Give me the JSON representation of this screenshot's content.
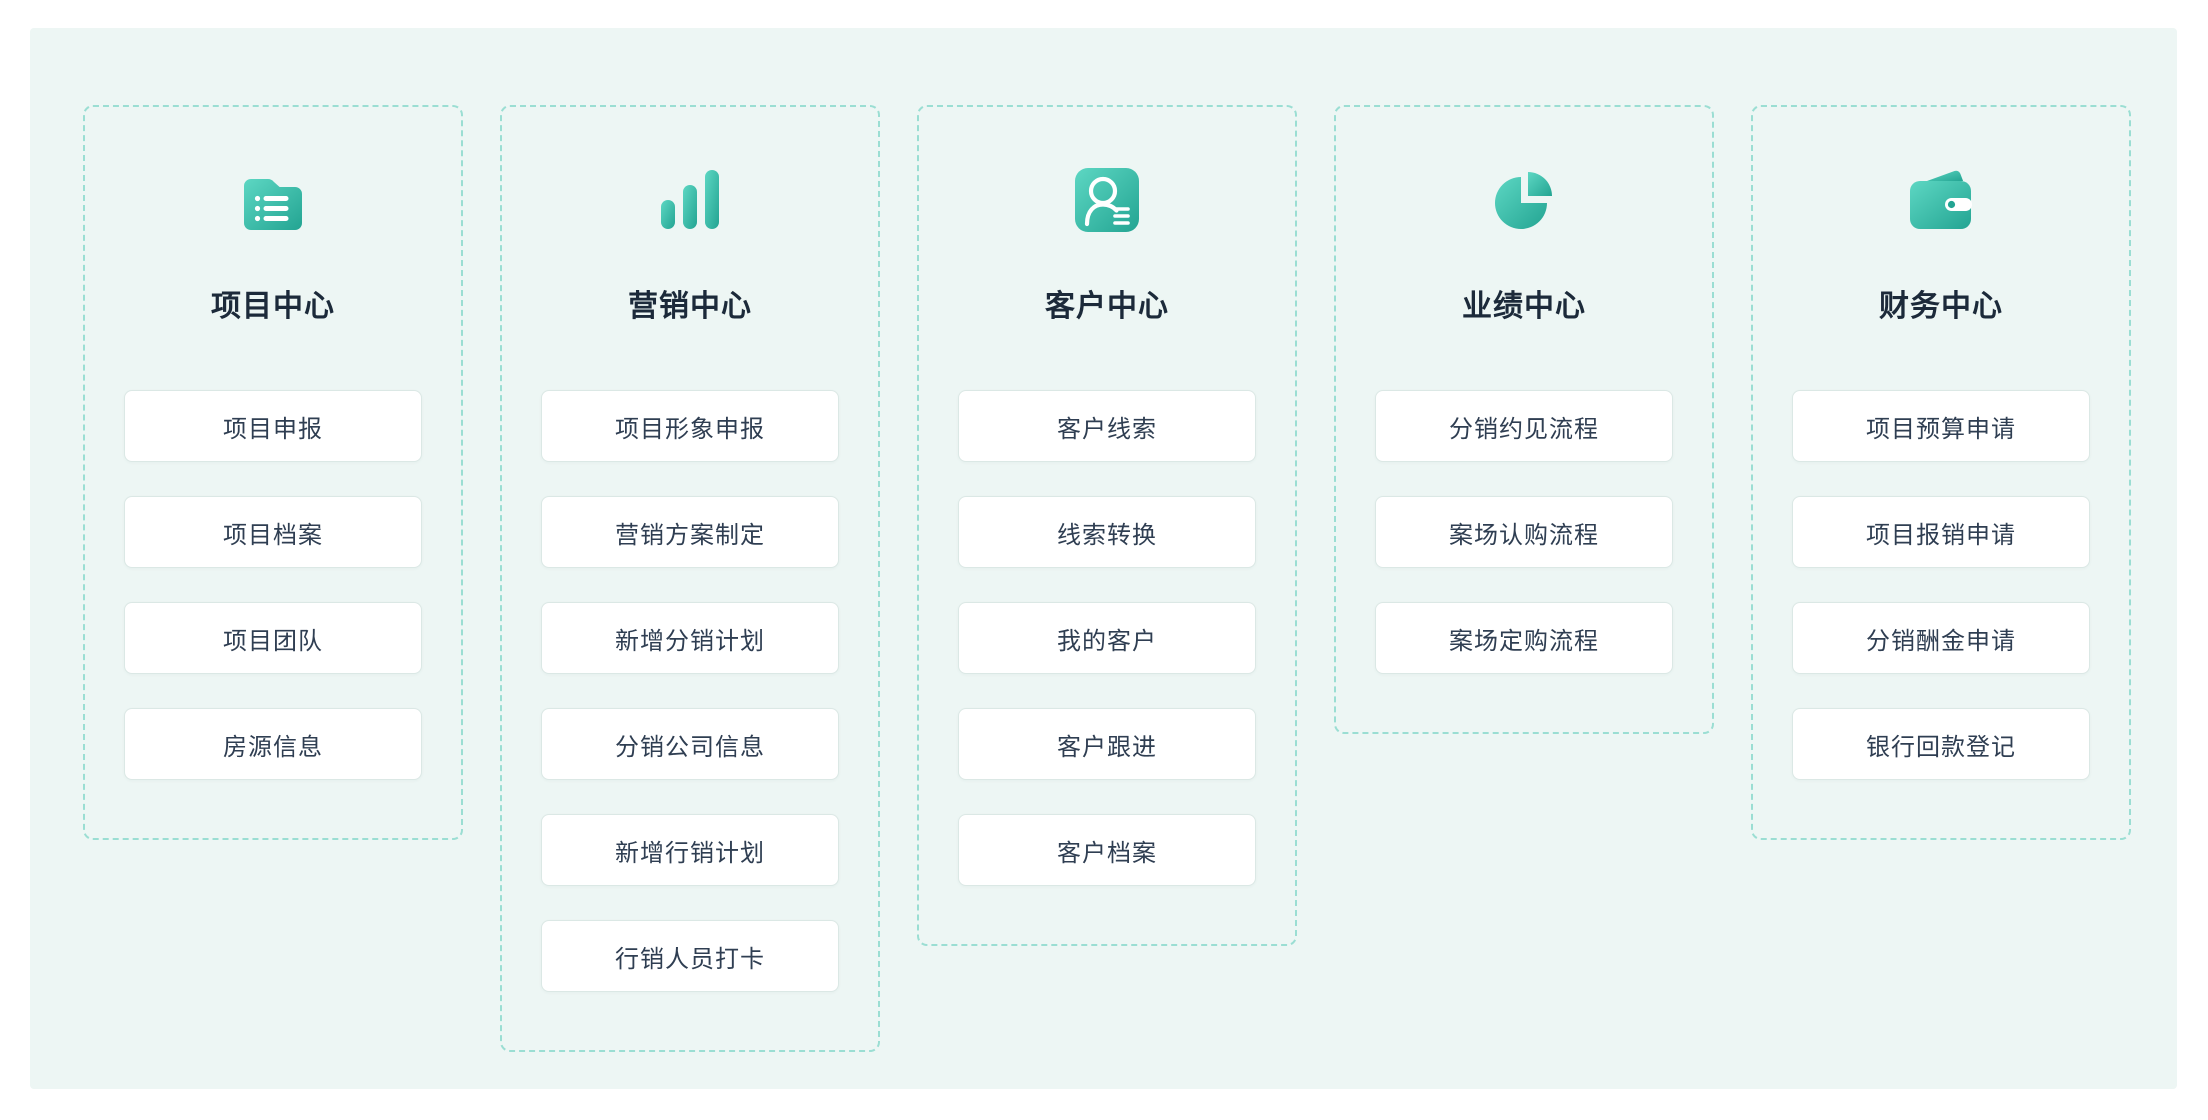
{
  "theme": {
    "page_background": "#ffffff",
    "panel_background": "#edf6f4",
    "dashed_border": "#9bded3",
    "accent_light": "#5dd7c3",
    "accent_dark": "#23a492",
    "button_background": "#ffffff",
    "button_border": "#dbe8e5",
    "button_text": "#2f3e52",
    "title_text": "#1c2a3a"
  },
  "sections": [
    {
      "id": "project-center",
      "icon": "folder-list-icon",
      "title": "项目中心",
      "items": [
        "项目申报",
        "项目档案",
        "项目团队",
        "房源信息"
      ]
    },
    {
      "id": "marketing-center",
      "icon": "bar-chart-icon",
      "title": "营销中心",
      "items": [
        "项目形象申报",
        "营销方案制定",
        "新增分销计划",
        "分销公司信息",
        "新增行销计划",
        "行销人员打卡"
      ]
    },
    {
      "id": "customer-center",
      "icon": "user-profile-icon",
      "title": "客户中心",
      "items": [
        "客户线索",
        "线索转换",
        "我的客户",
        "客户跟进",
        "客户档案"
      ]
    },
    {
      "id": "performance-center",
      "icon": "pie-chart-icon",
      "title": "业绩中心",
      "items": [
        "分销约见流程",
        "案场认购流程",
        "案场定购流程"
      ]
    },
    {
      "id": "finance-center",
      "icon": "wallet-icon",
      "title": "财务中心",
      "items": [
        "项目预算申请",
        "项目报销申请",
        "分销酬金申请",
        "银行回款登记"
      ]
    }
  ]
}
